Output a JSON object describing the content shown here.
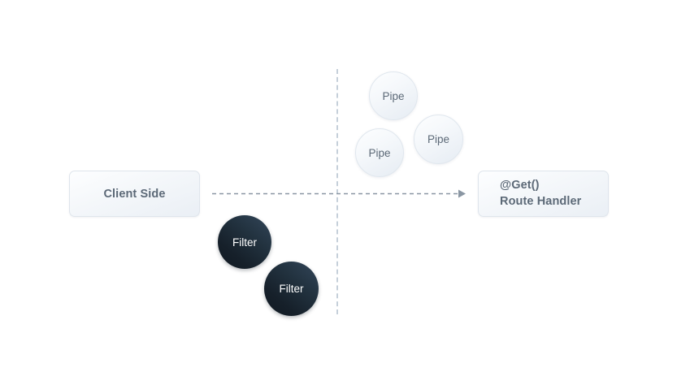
{
  "diagram": {
    "background_color": "#ffffff",
    "nodes": {
      "client": {
        "label": "Client Side"
      },
      "route_handler": {
        "line1": "@Get()",
        "line2": "Route Handler"
      }
    },
    "pipes": [
      {
        "label": "Pipe"
      },
      {
        "label": "Pipe"
      },
      {
        "label": "Pipe"
      }
    ],
    "filters": [
      {
        "label": "Filter"
      },
      {
        "label": "Filter"
      }
    ],
    "colors": {
      "box_text": "#5c6977",
      "box_border": "#dfe5ec",
      "pipe_text": "#5c6977",
      "pipe_border": "#e0e7ee",
      "filter_fill": "#1b2836",
      "filter_text": "#ffffff",
      "arrow": "#8a96a3",
      "divider": "#c6d0da"
    }
  }
}
